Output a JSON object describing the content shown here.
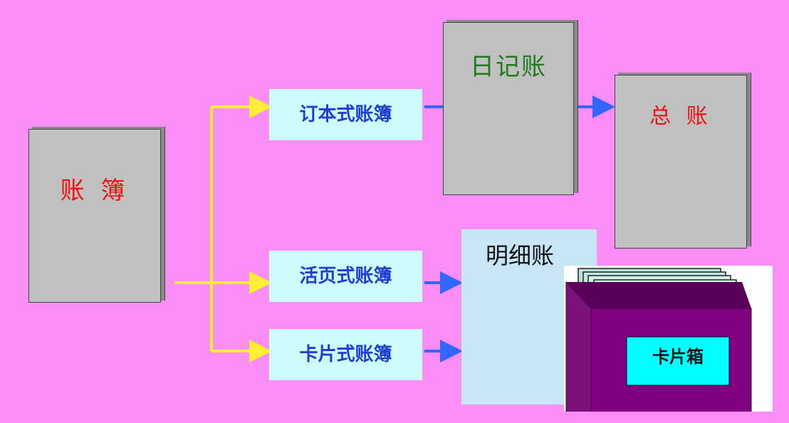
{
  "nodes": {
    "books": "账 簿",
    "bound": "订本式账簿",
    "loose_leaf": "活页式账簿",
    "card": "卡片式账簿",
    "journal": "日记账",
    "general_ledger": "总 账",
    "subsidiary_ledger": "明细账",
    "card_box": "卡片箱"
  },
  "colors": {
    "background": "#fa8ef6",
    "connector_yellow": "#ffee33",
    "connector_blue": "#3366ff",
    "card_box": "#800080",
    "card_label": "#00ffff"
  }
}
